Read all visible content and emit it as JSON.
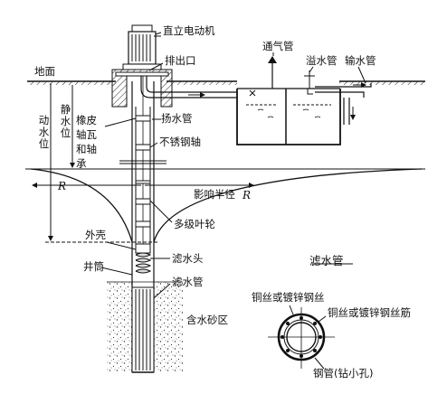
{
  "labels": {
    "motor": "直立电动机",
    "ground": "地面",
    "discharge": "排出口",
    "vent_pipe": "通气管",
    "overflow_pipe": "溢水管",
    "delivery_pipe": "输水管",
    "dynamic_level": "动水位",
    "static_level": "静水位",
    "rubber_bearing": "橡皮轴瓦和轴承",
    "lift_pipe": "扬水管",
    "stainless_shaft": "不锈钢轴",
    "influence_radius": "影响半径",
    "radius_symbol": "R",
    "radius_symbol_right": "R",
    "housing": "外壳",
    "multistage_impeller": "多级叶轮",
    "well_casing": "井筒",
    "filter_head": "滤水头",
    "filter_pipe": "滤水管",
    "aquifer": "含水砂区",
    "filter_section_title": "滤水管",
    "copper_wire": "铜丝或镀锌钢丝",
    "copper_wire_rib": "铜丝或镀锌钢丝筋",
    "steel_pipe": "钢管(钻小孔)"
  },
  "colors": {
    "line": "#1a1a1a",
    "hatch": "#333333",
    "background": "#ffffff"
  }
}
